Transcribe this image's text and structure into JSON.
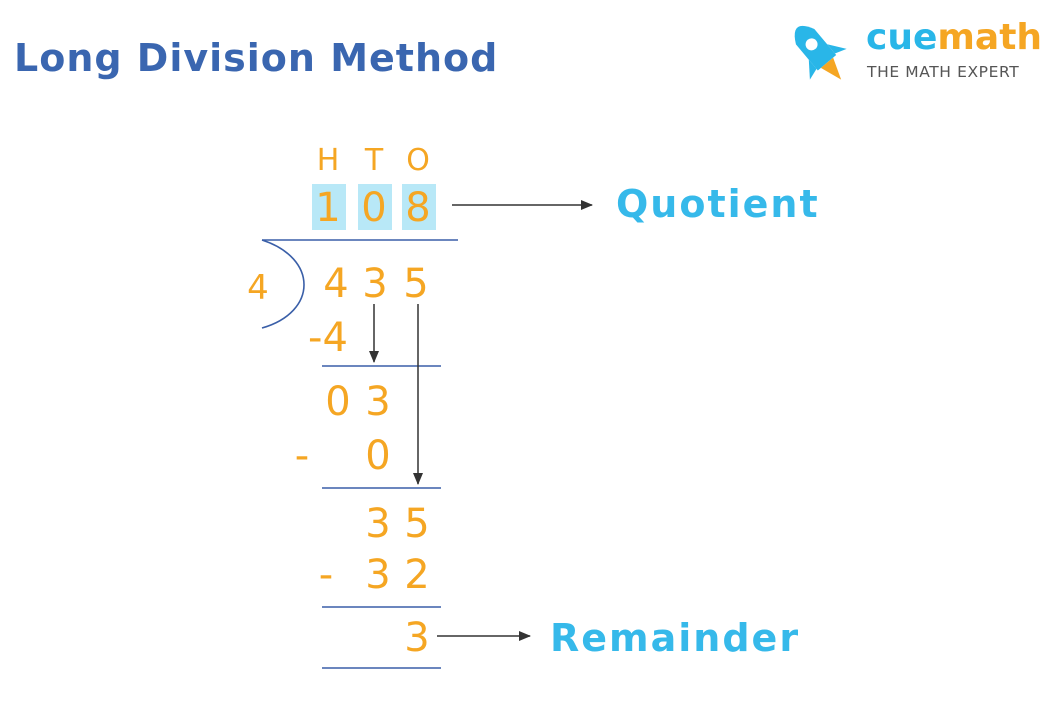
{
  "title": "Long Division Method",
  "logo": {
    "name_cue": "cue",
    "name_math": "math",
    "tagline": "THE MATH EXPERT"
  },
  "place_values": [
    "H",
    "T",
    "O"
  ],
  "quotient_digits": [
    "1",
    "0",
    "8"
  ],
  "divisor": "4",
  "dividend_digits": [
    "4",
    "3",
    "5"
  ],
  "steps": {
    "s1_sub": "-4",
    "s2_bring": [
      "0",
      "3"
    ],
    "s2_minus": "-",
    "s2_sub": "0",
    "s3_bring": [
      "3",
      "5"
    ],
    "s3_minus": "-",
    "s3_sub": [
      "3",
      "2"
    ],
    "remainder": "3"
  },
  "labels": {
    "quotient": "Quotient",
    "remainder": "Remainder"
  },
  "colors": {
    "digits": "#f5a623",
    "labels": "#36b9ea",
    "lines": "#3a5fa8",
    "highlight": "#b8e8f7"
  }
}
